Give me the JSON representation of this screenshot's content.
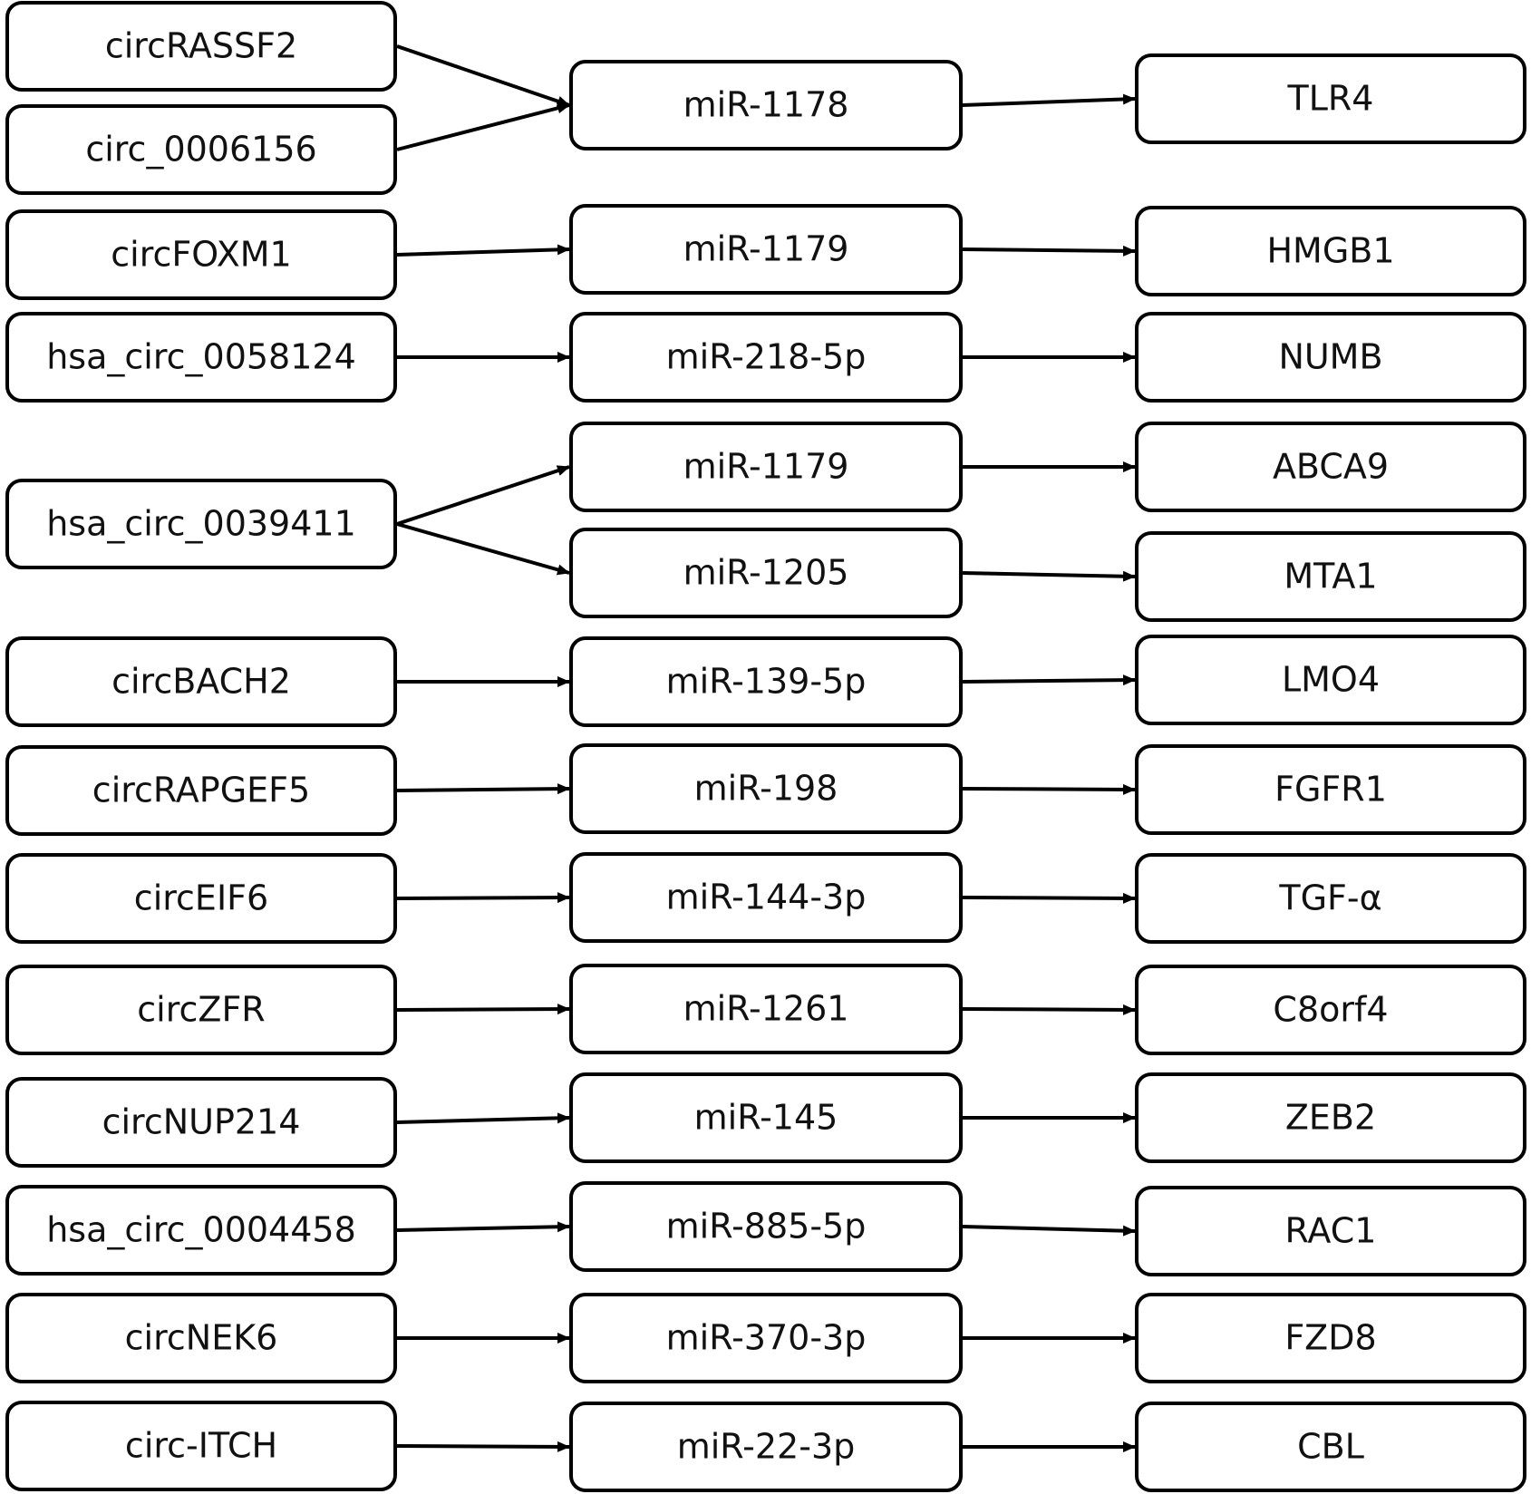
{
  "colors": {
    "stroke": "#000000",
    "text": "#111111",
    "background": "#ffffff"
  },
  "circrnas": [
    {
      "id": "c1",
      "label": "circRASSF2"
    },
    {
      "id": "c2",
      "label": "circ_0006156"
    },
    {
      "id": "c3",
      "label": "circFOXM1"
    },
    {
      "id": "c4",
      "label": "hsa_circ_0058124"
    },
    {
      "id": "c5",
      "label": "hsa_circ_0039411"
    },
    {
      "id": "c6",
      "label": "circBACH2"
    },
    {
      "id": "c7",
      "label": "circRAPGEF5"
    },
    {
      "id": "c8",
      "label": "circEIF6"
    },
    {
      "id": "c9",
      "label": "circZFR"
    },
    {
      "id": "c10",
      "label": "circNUP214"
    },
    {
      "id": "c11",
      "label": "hsa_circ_0004458"
    },
    {
      "id": "c12",
      "label": "circNEK6"
    },
    {
      "id": "c13",
      "label": "circ-ITCH"
    }
  ],
  "mirnas": [
    {
      "id": "m1",
      "label": "miR-1178"
    },
    {
      "id": "m2",
      "label": "miR-1179"
    },
    {
      "id": "m3",
      "label": "miR-218-5p"
    },
    {
      "id": "m4",
      "label": "miR-1179"
    },
    {
      "id": "m5",
      "label": "miR-1205"
    },
    {
      "id": "m6",
      "label": "miR-139-5p"
    },
    {
      "id": "m7",
      "label": "miR-198"
    },
    {
      "id": "m8",
      "label": "miR-144-3p"
    },
    {
      "id": "m9",
      "label": "miR-1261"
    },
    {
      "id": "m10",
      "label": "miR-145"
    },
    {
      "id": "m11",
      "label": "miR-885-5p"
    },
    {
      "id": "m12",
      "label": "miR-370-3p"
    },
    {
      "id": "m13",
      "label": "miR-22-3p"
    }
  ],
  "targets": [
    {
      "id": "t1",
      "label": "TLR4"
    },
    {
      "id": "t2",
      "label": "HMGB1"
    },
    {
      "id": "t3",
      "label": "NUMB"
    },
    {
      "id": "t4",
      "label": "ABCA9"
    },
    {
      "id": "t5",
      "label": "MTA1"
    },
    {
      "id": "t6",
      "label": "LMO4"
    },
    {
      "id": "t7",
      "label": "FGFR1"
    },
    {
      "id": "t8",
      "label": "TGF-α"
    },
    {
      "id": "t9",
      "label": "C8orf4"
    },
    {
      "id": "t10",
      "label": "ZEB2"
    },
    {
      "id": "t11",
      "label": "RAC1"
    },
    {
      "id": "t12",
      "label": "FZD8"
    },
    {
      "id": "t13",
      "label": "CBL"
    }
  ],
  "edges": [
    {
      "from": "c1",
      "to": "m1"
    },
    {
      "from": "c2",
      "to": "m1"
    },
    {
      "from": "c3",
      "to": "m2"
    },
    {
      "from": "c4",
      "to": "m3"
    },
    {
      "from": "c5",
      "to": "m4"
    },
    {
      "from": "c5",
      "to": "m5"
    },
    {
      "from": "c6",
      "to": "m6"
    },
    {
      "from": "c7",
      "to": "m7"
    },
    {
      "from": "c8",
      "to": "m8"
    },
    {
      "from": "c9",
      "to": "m9"
    },
    {
      "from": "c10",
      "to": "m10"
    },
    {
      "from": "c11",
      "to": "m11"
    },
    {
      "from": "c12",
      "to": "m12"
    },
    {
      "from": "c13",
      "to": "m13"
    },
    {
      "from": "m1",
      "to": "t1"
    },
    {
      "from": "m2",
      "to": "t2"
    },
    {
      "from": "m3",
      "to": "t3"
    },
    {
      "from": "m4",
      "to": "t4"
    },
    {
      "from": "m5",
      "to": "t5"
    },
    {
      "from": "m6",
      "to": "t6"
    },
    {
      "from": "m7",
      "to": "t7"
    },
    {
      "from": "m8",
      "to": "t8"
    },
    {
      "from": "m9",
      "to": "t9"
    },
    {
      "from": "m10",
      "to": "t10"
    },
    {
      "from": "m11",
      "to": "t11"
    },
    {
      "from": "m12",
      "to": "t12"
    },
    {
      "from": "m13",
      "to": "t13"
    }
  ]
}
